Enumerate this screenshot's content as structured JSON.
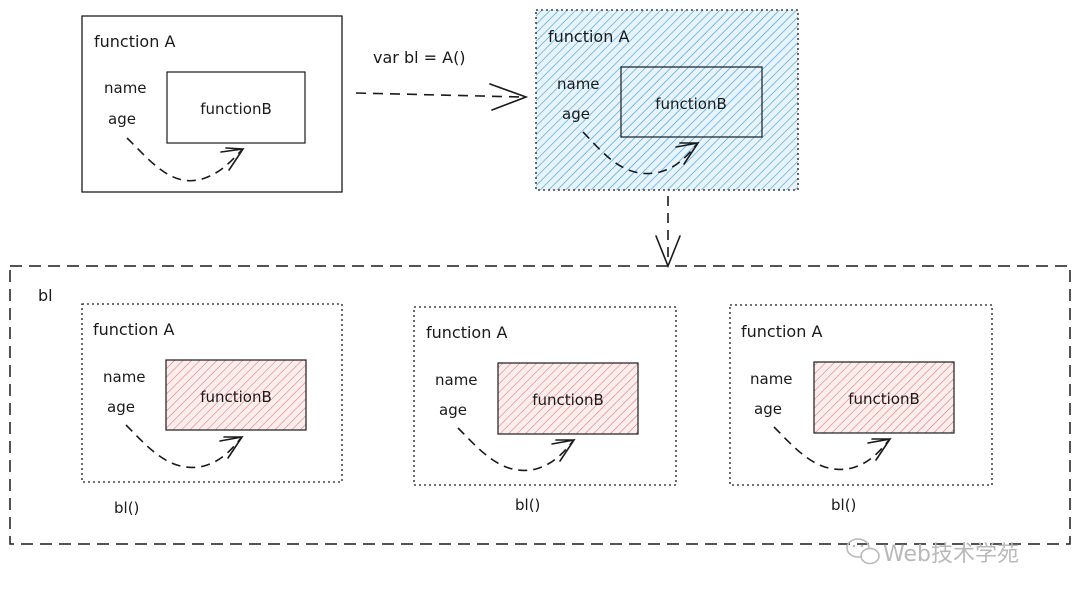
{
  "colors": {
    "stroke": "#1a1a1a",
    "blue_hatch": "#3b9bd6",
    "blue_fill": "#e8f4fb",
    "red_hatch": "#e07070",
    "red_fill": "#fdeeee",
    "watermark": "#b9b9b9"
  },
  "diagram": {
    "source_box": {
      "title": "function A",
      "var1": "name",
      "var2": "age",
      "inner": "functionB"
    },
    "assignment_label": "var bl = A()",
    "returned_box": {
      "title": "function A",
      "var1": "name",
      "var2": "age",
      "inner": "functionB"
    },
    "container_label": "bl",
    "instances": [
      {
        "title": "function A",
        "var1": "name",
        "var2": "age",
        "inner": "functionB",
        "call": "bl()"
      },
      {
        "title": "function A",
        "var1": "name",
        "var2": "age",
        "inner": "functionB",
        "call": "bl()"
      },
      {
        "title": "function A",
        "var1": "name",
        "var2": "age",
        "inner": "functionB",
        "call": "bl()"
      }
    ]
  },
  "watermark": {
    "icon": "wechat-icon",
    "text": "Web技术学苑"
  }
}
